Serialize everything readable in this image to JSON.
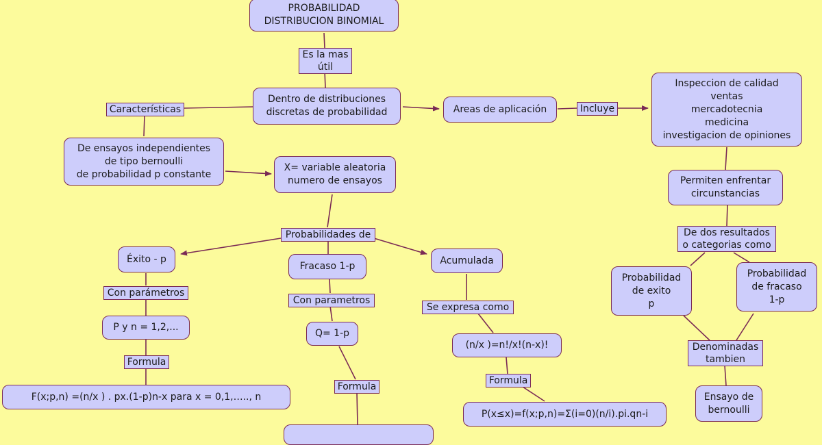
{
  "nodes": {
    "title": "PROBABILIDAD\nDISTRIBUCION BINOMIAL",
    "discretas": "Dentro de distribuciones\ndiscretas de probabilidad",
    "areas": "Areas de aplicación",
    "aplicaciones": "Inspeccion de calidad\nventas\nmercadotecnia\nmedicina\ninvestigacion de opiniones",
    "ensayos": "De ensayos independientes\nde tipo bernoulli\nde probabilidad p constante",
    "variable": "X= variable aleatoria\nnumero de ensayos",
    "permiten": "Permiten enfrentar\ncircunstancias",
    "exito": "Éxito - p",
    "fracaso": "Fracaso  1-p",
    "acumulada": "Acumulada",
    "pyn": "P y n = 1,2,...",
    "q": "Q= 1-p",
    "combinatoria": "(n/x )=n!/x!(n-x)!",
    "formula_exito": "F(x;p,n) =(n/x ) . px.(1-p)n-x     para x = 0,1,….., n",
    "formula_acumulada": "P(x≤x)=f(x;p,n)=Σ(i=0)(n/i).pi.qn-i",
    "prob_exito": "Probabilidad\nde exito\np",
    "prob_fracaso": "Probabilidad\nde fracaso\n1-p",
    "bernoulli": "Ensayo de\nbernoulli",
    "formula_fracaso": ""
  },
  "labels": {
    "es_la_mas": "Es la mas\nútil",
    "caracteristicas": "Características",
    "incluye": "Incluye",
    "probabilidades_de": "Probabilidades de",
    "con_parametros_1": "Con parámetros",
    "con_parametros_2": "Con parametros",
    "se_expresa": "Se expresa como",
    "formula_1": "Formula",
    "formula_2": "Formula",
    "formula_3": "Formula",
    "dos_resultados": "De dos resultados\no categorias como",
    "denominadas": "Denominadas\ntambien"
  },
  "colors": {
    "background": "#fcfb9c",
    "node_fill": "#cdcdfb",
    "border": "#7a2a55"
  }
}
